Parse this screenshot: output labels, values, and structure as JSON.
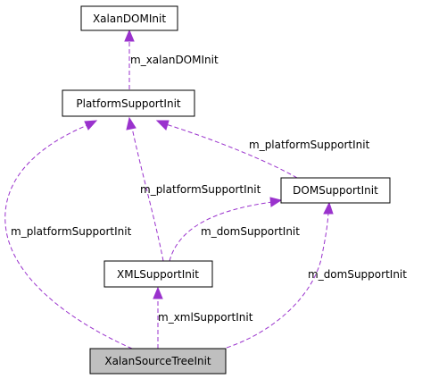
{
  "nodes": {
    "xalan_dom_init": {
      "label": "XalanDOMInit"
    },
    "platform_support_init": {
      "label": "PlatformSupportInit"
    },
    "dom_support_init": {
      "label": "DOMSupportInit"
    },
    "xml_support_init": {
      "label": "XMLSupportInit"
    },
    "xalan_source_tree_init": {
      "label": "XalanSourceTreeInit"
    }
  },
  "edges": {
    "xalan_dom_init_member": {
      "label": "m_xalanDOMInit"
    },
    "dom_to_platform": {
      "label": "m_platformSupportInit"
    },
    "xml_to_platform": {
      "label": "m_platformSupportInit"
    },
    "source_to_platform": {
      "label": "m_platformSupportInit"
    },
    "xml_to_dom": {
      "label": "m_domSupportInit"
    },
    "source_to_dom": {
      "label": "m_domSupportInit"
    },
    "source_to_xml": {
      "label": "m_xmlSupportInit"
    }
  },
  "colors": {
    "edge": "#9a32cd",
    "highlight_fill": "#bfbfbf",
    "node_border": "#000000"
  }
}
